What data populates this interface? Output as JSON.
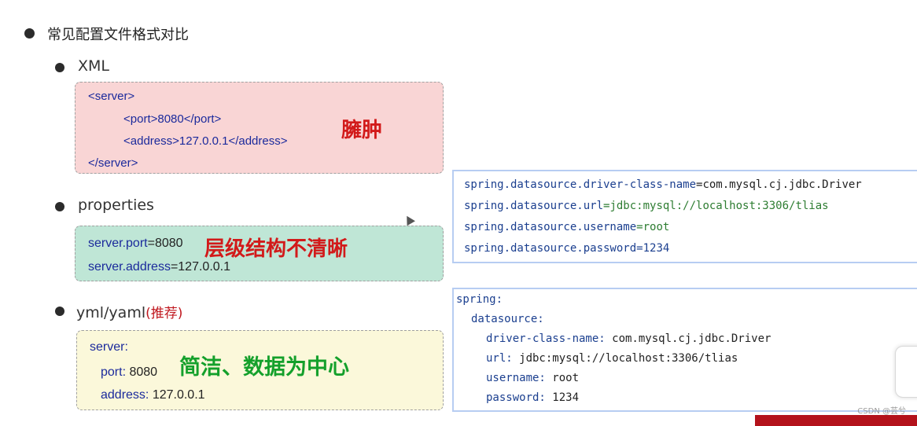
{
  "title": "常见配置文件格式对比",
  "xml": {
    "heading": "XML",
    "lines": [
      "<server>",
      "<port>8080</port>",
      "<address>127.0.0.1</address>",
      "</server>"
    ],
    "note": "臃肿"
  },
  "properties": {
    "heading": "properties",
    "line1_key": "server.port",
    "line1_val": "=8080",
    "line2_key": "server.address",
    "line2_val": "=127.0.0.1",
    "note": "层级结构不清晰"
  },
  "yaml": {
    "heading": "yml/yaml",
    "recommend": "(推荐)",
    "line1": "server:",
    "line2_key": "port:",
    "line2_val": " 8080",
    "line3_key": "address:",
    "line3_val": " 127.0.0.1",
    "note": "简洁、数据为中心"
  },
  "properties_panel": {
    "lines": [
      {
        "key": "spring.datasource.driver-class-name",
        "val": "=com.mysql.cj.jdbc.Driver"
      },
      {
        "key": "spring.datasource.url",
        "val": "=jdbc:mysql://localhost:3306/tlias"
      },
      {
        "key": "spring.datasource.username",
        "val": "=root"
      },
      {
        "key": "spring.datasource.password",
        "val": "=1234"
      }
    ]
  },
  "yaml_panel": {
    "lines": [
      {
        "key": "spring:",
        "val": ""
      },
      {
        "key": "datasource:",
        "val": ""
      },
      {
        "key": "driver-class-name:",
        "val": " com.mysql.cj.jdbc.Driver"
      },
      {
        "key": "url:",
        "val": " jdbc:mysql://localhost:3306/tlias"
      },
      {
        "key": "username:",
        "val": " root"
      },
      {
        "key": "password:",
        "val": " 1234"
      }
    ]
  },
  "watermark": "CSDN @芸兮",
  "colors": {
    "xml_bg": "#f9d5d5",
    "properties_bg": "#bfe6d6",
    "yaml_bg": "#fbf8da",
    "note_red": "#d21a1a",
    "note_green": "#14a02b",
    "panel_border": "#b7cdf2"
  },
  "icons": [
    "cursor-arrow-icon"
  ]
}
